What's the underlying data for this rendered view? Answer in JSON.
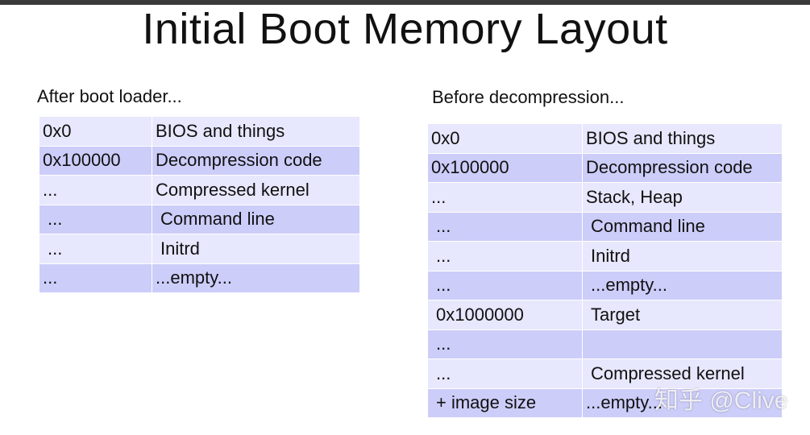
{
  "title": "Initial Boot Memory Layout",
  "left_panel": {
    "caption": "After boot loader...",
    "rows": [
      {
        "address": "0x0",
        "content": "BIOS and things"
      },
      {
        "address": "0x100000",
        "content": "Decompression code"
      },
      {
        "address": "...",
        "content": "Compressed kernel"
      },
      {
        "address": "...",
        "content": "Command line"
      },
      {
        "address": "...",
        "content": "Initrd"
      },
      {
        "address": "...",
        "content": "...empty..."
      }
    ]
  },
  "right_panel": {
    "caption": "Before decompression...",
    "rows": [
      {
        "address": "0x0",
        "content": "BIOS and things"
      },
      {
        "address": "0x100000",
        "content": "Decompression code"
      },
      {
        "address": "...",
        "content": "Stack, Heap"
      },
      {
        "address": "...",
        "content": "Command line"
      },
      {
        "address": "...",
        "content": "Initrd"
      },
      {
        "address": "...",
        "content": "...empty..."
      },
      {
        "address": "0x1000000",
        "content": "Target"
      },
      {
        "address": "...",
        "content": ""
      },
      {
        "address": "...",
        "content": "Compressed kernel"
      },
      {
        "address": "+ image size",
        "content": "...empty..."
      }
    ]
  },
  "watermark": "知乎 @Clive",
  "colors": {
    "row_light": "#e7e7fd",
    "row_dark": "#cdcdfa",
    "top_bar": "#3a3a3a"
  }
}
